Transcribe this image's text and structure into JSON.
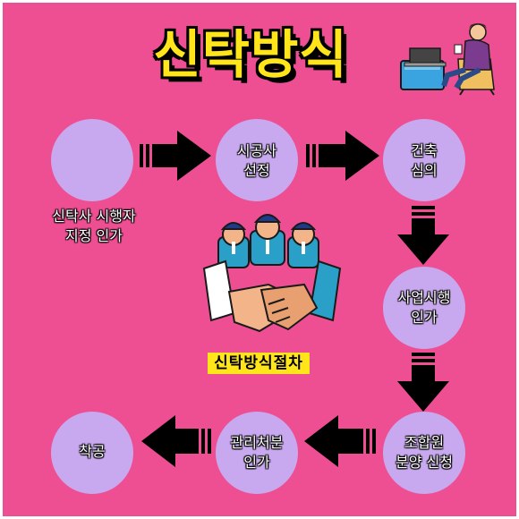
{
  "title": "신탁방식",
  "steps": [
    {
      "id": "s1",
      "label": "신탁사 시행자\n지정 인가"
    },
    {
      "id": "s2",
      "label": "시공사\n선정"
    },
    {
      "id": "s3",
      "label": "건축\n심의"
    },
    {
      "id": "s4",
      "label": "사업시행\n인가"
    },
    {
      "id": "s5",
      "label": "조합원\n분양 신청"
    },
    {
      "id": "s6",
      "label": "관리처분\n인가"
    },
    {
      "id": "s7",
      "label": "착공"
    }
  ],
  "center_caption": "신탁방식절차",
  "colors": {
    "background": "#ee4f93",
    "node": "#c8a9ef",
    "title": "#ffe51a",
    "arrow": "#000000"
  },
  "icons": [
    "handshake-team-icon",
    "person-laptop-icon"
  ]
}
